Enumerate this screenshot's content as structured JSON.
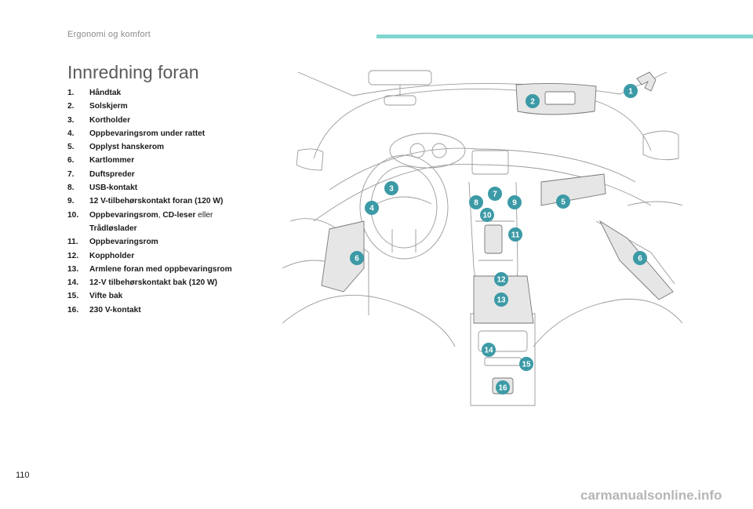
{
  "header": {
    "section": "Ergonomi og komfort"
  },
  "page_title": "Innredning foran",
  "items": [
    {
      "num": "1.",
      "label": "Håndtak"
    },
    {
      "num": "2.",
      "label": "Solskjerm"
    },
    {
      "num": "3.",
      "label": "Kortholder"
    },
    {
      "num": "4.",
      "label": "Oppbevaringsrom under rattet"
    },
    {
      "num": "5.",
      "label": "Opplyst hanskerom"
    },
    {
      "num": "6.",
      "label": "Kartlommer"
    },
    {
      "num": "7.",
      "label": "Duftspreder"
    },
    {
      "num": "8.",
      "label": "USB-kontakt"
    },
    {
      "num": "9.",
      "label": "12 V-tilbehørskontakt foran (120 W)"
    },
    {
      "num": "10.",
      "label": "Oppbevaringsrom",
      "sep": ", ",
      "label2": "CD-leser",
      "plain": " eller",
      "label3": "Trådløslader"
    },
    {
      "num": "11.",
      "label": "Oppbevaringsrom"
    },
    {
      "num": "12.",
      "label": "Koppholder"
    },
    {
      "num": "13.",
      "label": "Armlene foran med oppbevaringsrom"
    },
    {
      "num": "14.",
      "label": "12-V tilbehørskontakt bak (120 W)"
    },
    {
      "num": "15.",
      "label": "Vifte bak"
    },
    {
      "num": "16.",
      "label": "230 V-kontakt"
    }
  ],
  "callouts": [
    "1",
    "2",
    "3",
    "4",
    "5",
    "6",
    "7",
    "8",
    "9",
    "10",
    "11",
    "12",
    "13",
    "14",
    "15",
    "16"
  ],
  "page_number": "110",
  "watermark": "carmanualsonline.info",
  "colors": {
    "accent": "#7fd6cf",
    "callout": "#3c9aa6",
    "highlight": "#e6e6e6"
  }
}
